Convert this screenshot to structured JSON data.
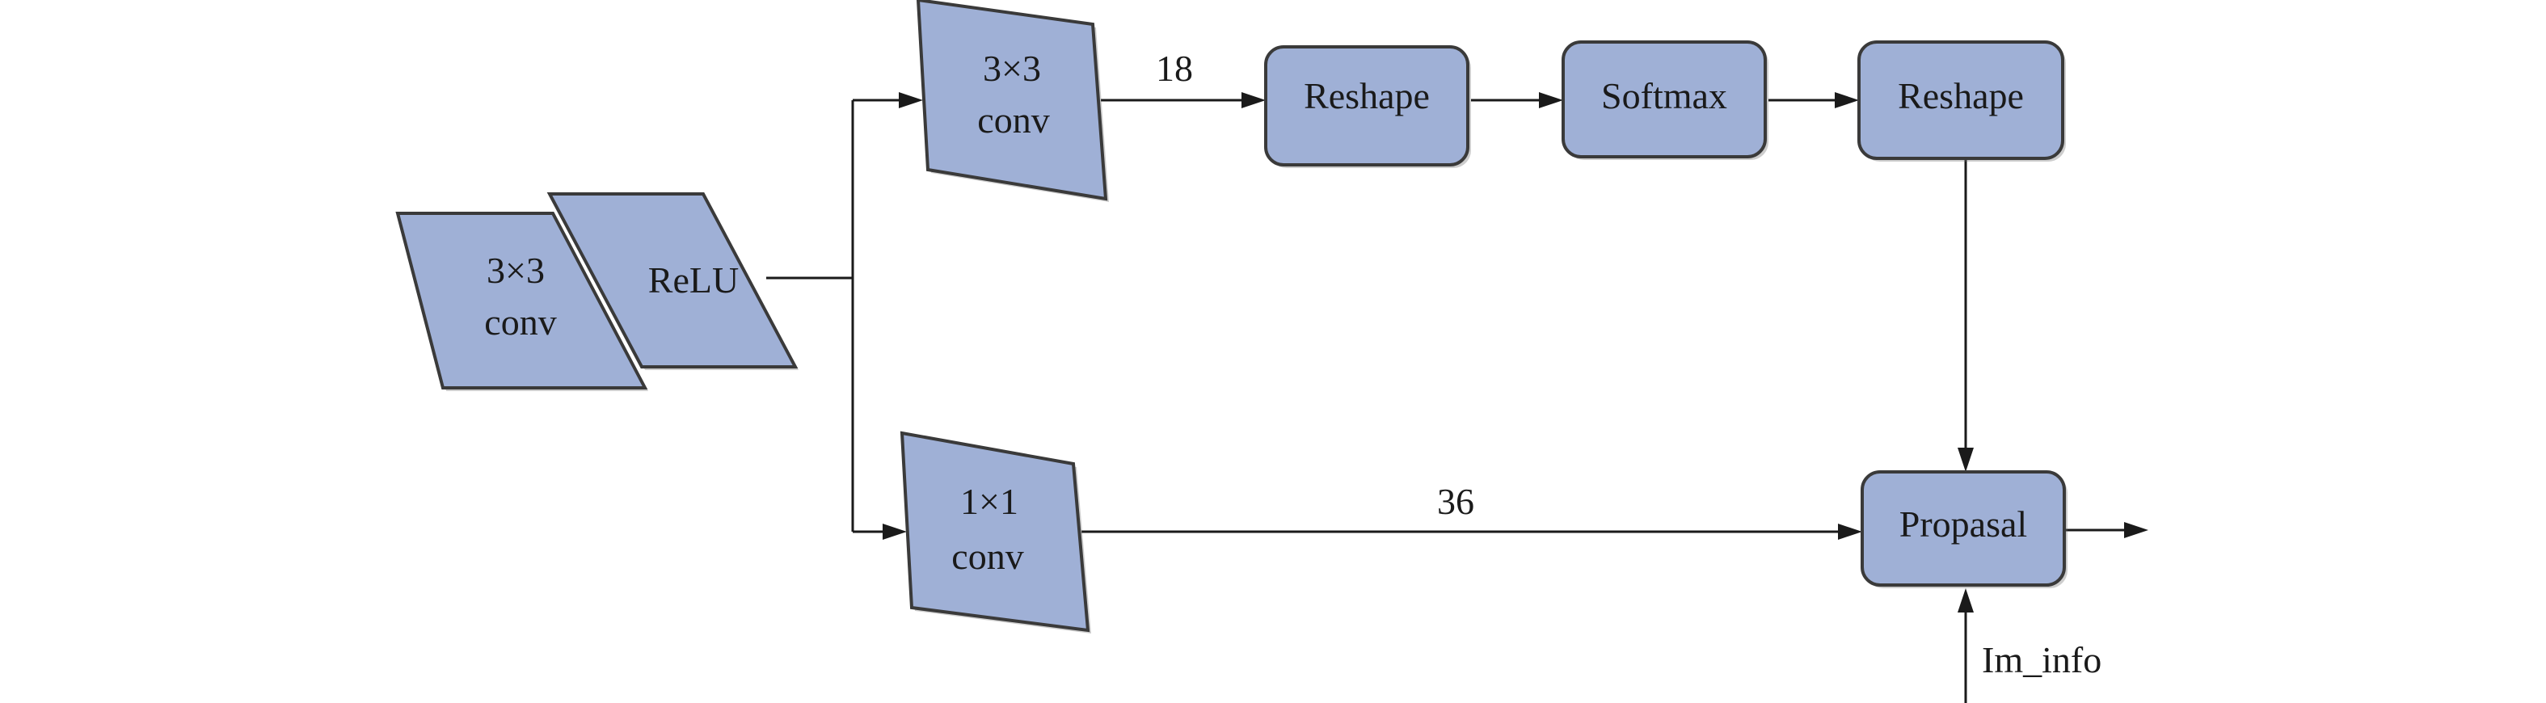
{
  "nodes": {
    "conv3x3_left": {
      "line1": "3×3",
      "line2": "conv"
    },
    "relu": {
      "label": "ReLU"
    },
    "conv3x3_top": {
      "line1": "3×3",
      "line2": "conv"
    },
    "conv1x1": {
      "line1": "1×1",
      "line2": "conv"
    },
    "reshape1": {
      "label": "Reshape"
    },
    "softmax": {
      "label": "Softmax"
    },
    "reshape2": {
      "label": "Reshape"
    },
    "proposal": {
      "label": "Propasal"
    }
  },
  "edges": {
    "top_channels": "18",
    "bottom_channels": "36",
    "im_info": "Im_info"
  },
  "colors": {
    "fill": "#9fb0d6",
    "stroke": "#3a3a3a",
    "line": "#1a1a1a"
  }
}
